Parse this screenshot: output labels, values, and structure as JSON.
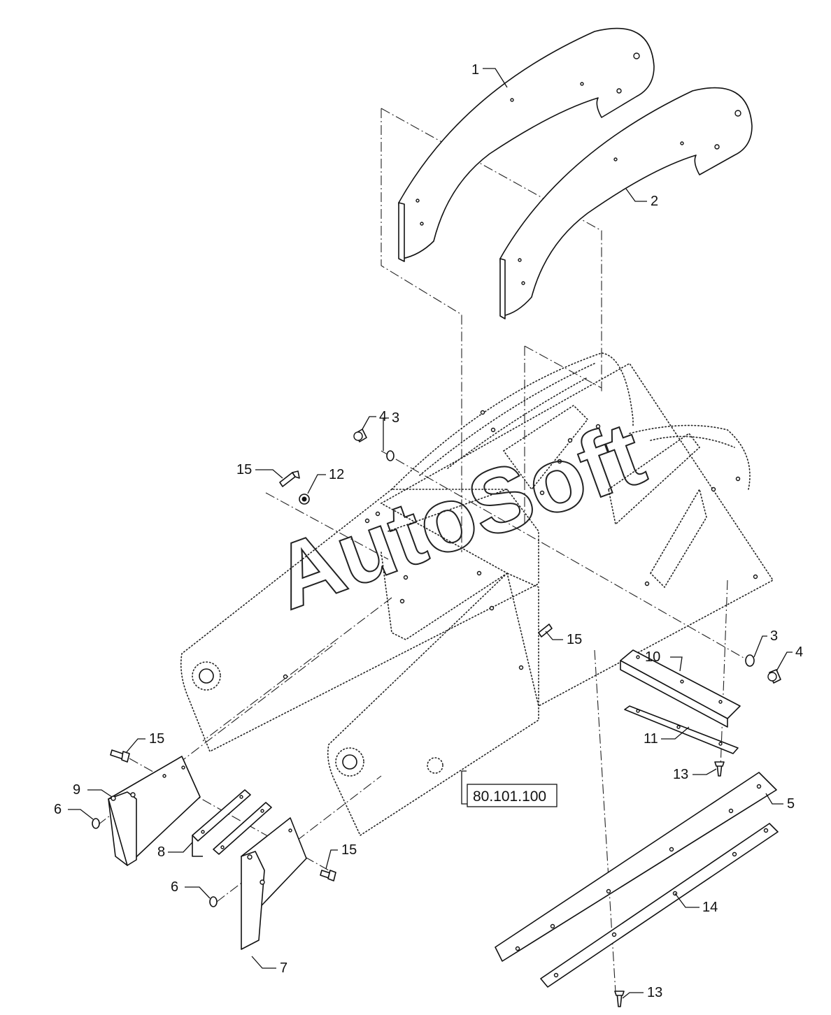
{
  "watermark": "AutoSoft",
  "reference": "80.101.100",
  "callouts": {
    "c1": "1",
    "c2": "2",
    "c3a": "3",
    "c3b": "3",
    "c4a": "4",
    "c4b": "4",
    "c5": "5",
    "c6a": "6",
    "c6b": "6",
    "c7": "7",
    "c8": "8",
    "c9": "9",
    "c10": "10",
    "c11": "11",
    "c12": "12",
    "c13a": "13",
    "c13b": "13",
    "c14": "14",
    "c15a": "15",
    "c15b": "15",
    "c15c": "15",
    "c15d": "15"
  },
  "colors": {
    "line": "#111111",
    "background": "#ffffff"
  }
}
